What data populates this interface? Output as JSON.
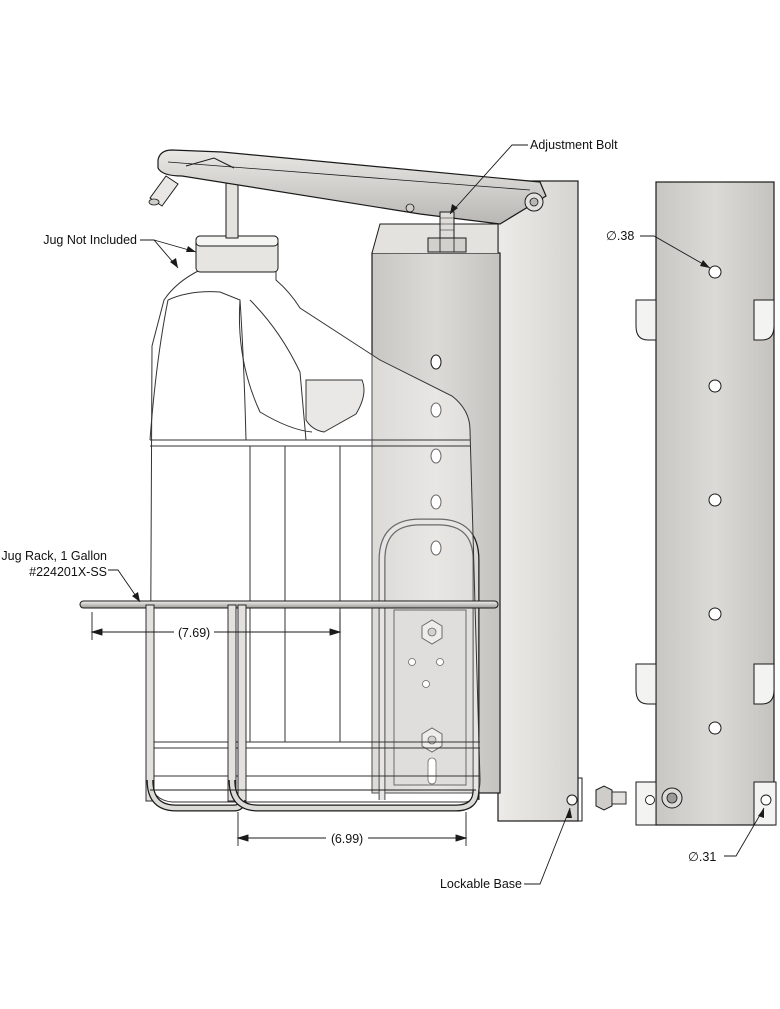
{
  "labels": {
    "adjustment_bolt": "Adjustment Bolt",
    "jug_not_included": "Jug Not Included",
    "jug_rack_line1": "Jug Rack, 1 Gallon",
    "jug_rack_line2": "#224201X-SS",
    "lockable_base": "Lockable Base",
    "hole_top": "∅.38",
    "hole_bottom": "∅.31"
  },
  "dimensions": {
    "rack_depth": "7.69",
    "rack_width": "6.99"
  },
  "colors": {
    "steel": "#d8d6d2",
    "steel_dark": "#aaa8a4",
    "line": "#1a1a1a",
    "paper": "#ffffff"
  }
}
